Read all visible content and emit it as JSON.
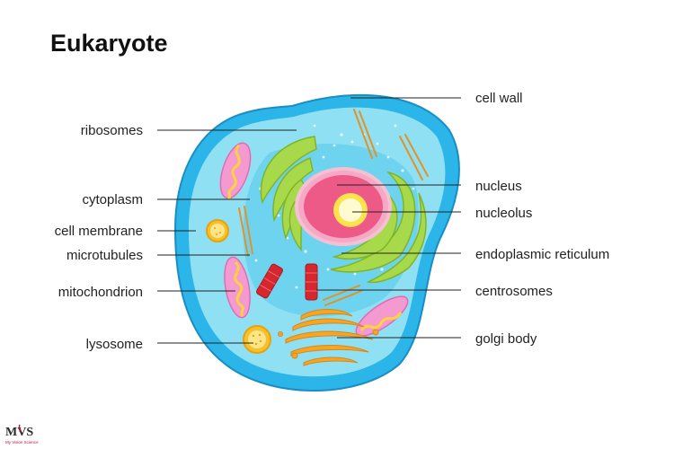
{
  "title": "Eukaryote",
  "labels": {
    "cell_wall": "cell wall",
    "ribosomes": "ribosomes",
    "nucleus": "nucleus",
    "nucleolus": "nucleolus",
    "cytoplasm": "cytoplasm",
    "cell_membrane": "cell membrane",
    "microtubules": "microtubules",
    "endoplasmic_reticulum": "endoplasmic reticulum",
    "mitochondrion": "mitochondrion",
    "centrosomes": "centrosomes",
    "lysosome": "lysosome",
    "golgi_body": "golgi body"
  },
  "logo": {
    "text": "MVS",
    "tagline": "My Vision Science"
  },
  "colors": {
    "cell_wall": "#2cb5e8",
    "cytoplasm": "#8fe0f2",
    "inner_zone": "#52c8ec",
    "nucleus_outer": "#f7a8c4",
    "nucleus_inner": "#ee5a88",
    "nucleolus": "#ffe34d",
    "er": "#a8d94a",
    "mitochondria": "#f49ad0",
    "golgi": "#f5a623",
    "lysosome": "#f7c12e",
    "centrosome": "#d6262e",
    "microtubule": "#e0932a"
  }
}
